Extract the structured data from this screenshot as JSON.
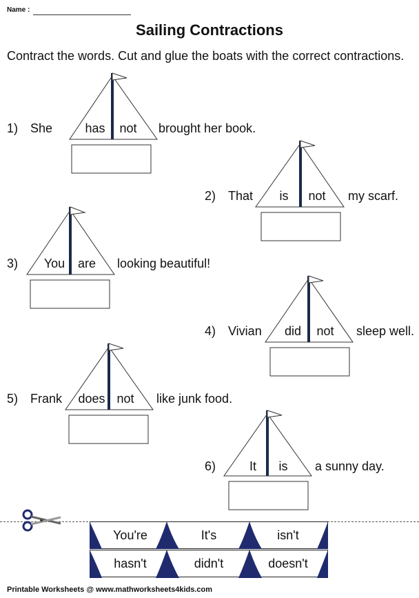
{
  "header": {
    "name_label": "Name :",
    "title": "Sailing Contractions",
    "instructions": "Contract the words. Cut and glue the boats with the correct contractions."
  },
  "questions": [
    {
      "num": "1)",
      "subject": "She",
      "word1": "has",
      "word2": "not",
      "rest": "brought her book."
    },
    {
      "num": "2)",
      "subject": "That",
      "word1": "is",
      "word2": "not",
      "rest": "my scarf."
    },
    {
      "num": "3)",
      "subject": "",
      "word1": "You",
      "word2": "are",
      "rest": "looking beautiful!"
    },
    {
      "num": "4)",
      "subject": "Vivian",
      "word1": "did",
      "word2": "not",
      "rest": "sleep well."
    },
    {
      "num": "5)",
      "subject": "Frank",
      "word1": "does",
      "word2": "not",
      "rest": "like junk food."
    },
    {
      "num": "6)",
      "subject": "",
      "word1": "It",
      "word2": "is",
      "rest": "a sunny day."
    }
  ],
  "cutouts": {
    "row1": [
      "You're",
      "It's",
      "isn't"
    ],
    "row2": [
      "hasn't",
      "didn't",
      "doesn't"
    ]
  },
  "footer": "Printable Worksheets @ www.mathworksheets4kids.com",
  "colors": {
    "mast": "#1b2a4a",
    "sail_cutout": "#1f2b6e"
  },
  "icons": {
    "scissors": "scissors-icon"
  }
}
